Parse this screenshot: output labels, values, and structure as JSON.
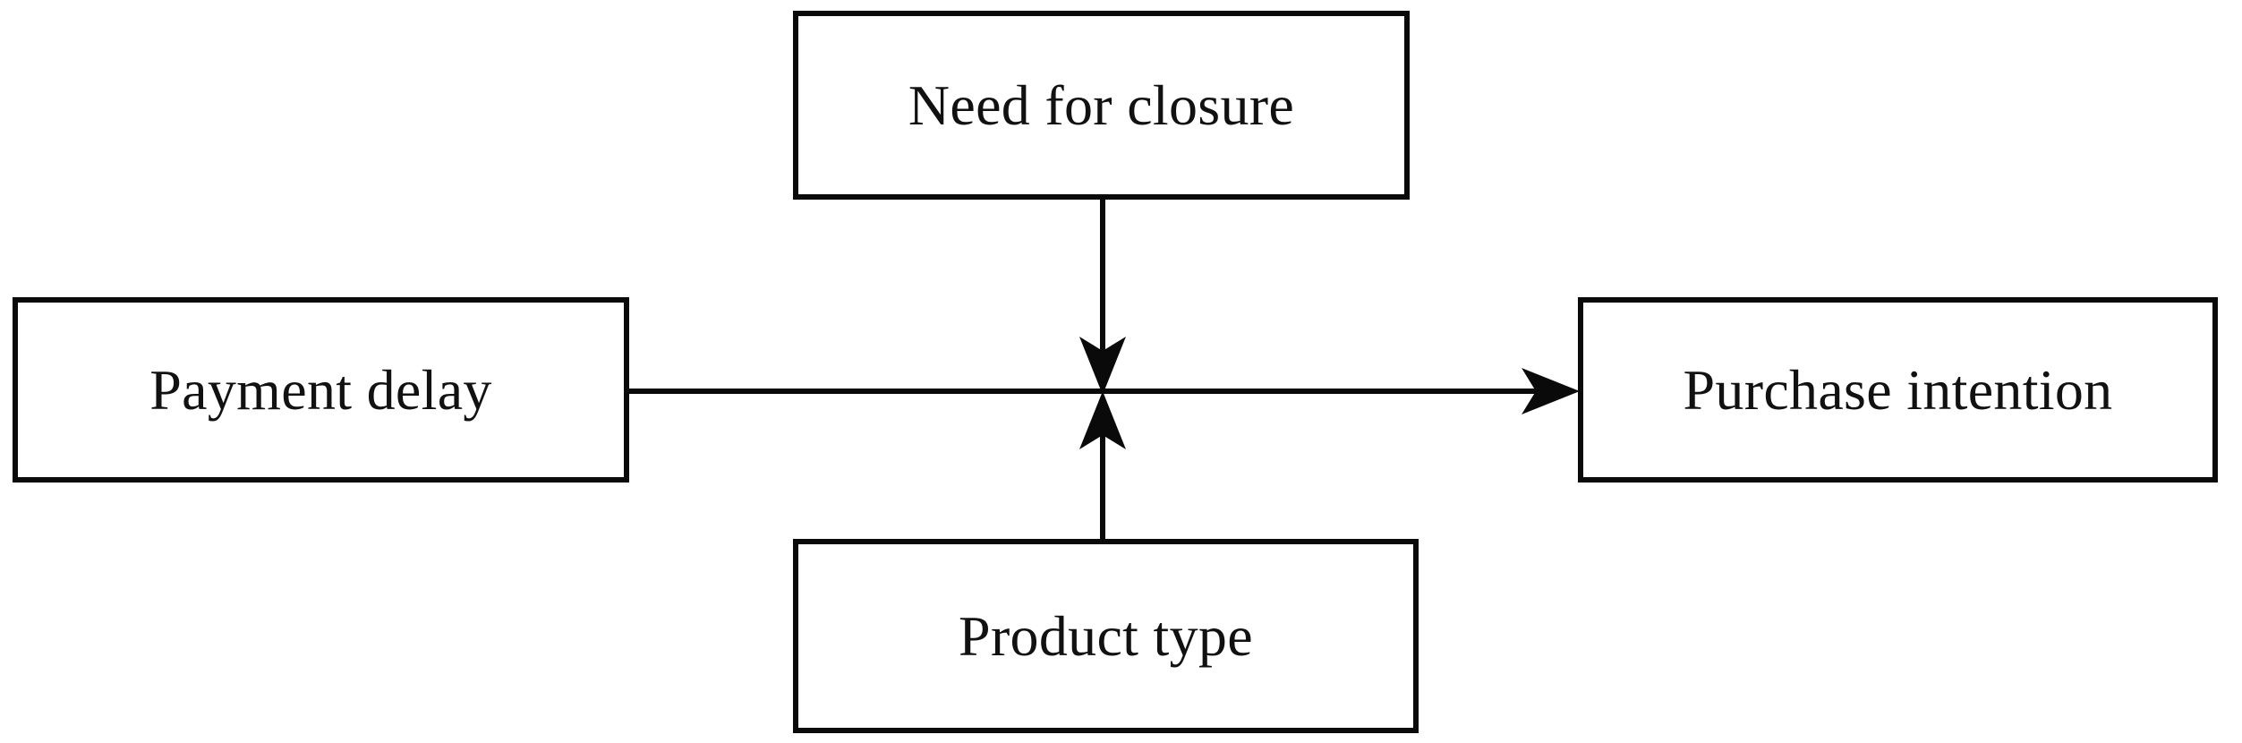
{
  "diagram": {
    "type": "conceptual-model",
    "title": "",
    "background_color": "#ffffff",
    "line_color": "#0a0a0a",
    "text_color": "#111111",
    "nodes": [
      {
        "id": "need-for-closure",
        "label": "Need for closure",
        "role": "moderator",
        "position": "top-center"
      },
      {
        "id": "payment-delay",
        "label": "Payment delay",
        "role": "independent-variable",
        "position": "left"
      },
      {
        "id": "purchase-intention",
        "label": "Purchase intention",
        "role": "dependent-variable",
        "position": "right"
      },
      {
        "id": "product-type",
        "label": "Product type",
        "role": "moderator",
        "position": "bottom-center"
      }
    ],
    "edges": [
      {
        "id": "main-effect",
        "from": "payment-delay",
        "to": "purchase-intention",
        "kind": "direct-effect",
        "arrow": "single",
        "label": ""
      },
      {
        "id": "moderation-top",
        "from": "need-for-closure",
        "to": "main-effect",
        "kind": "moderation",
        "arrow": "down",
        "label": ""
      },
      {
        "id": "moderation-bottom",
        "from": "product-type",
        "to": "main-effect",
        "kind": "moderation",
        "arrow": "up",
        "label": ""
      }
    ]
  }
}
